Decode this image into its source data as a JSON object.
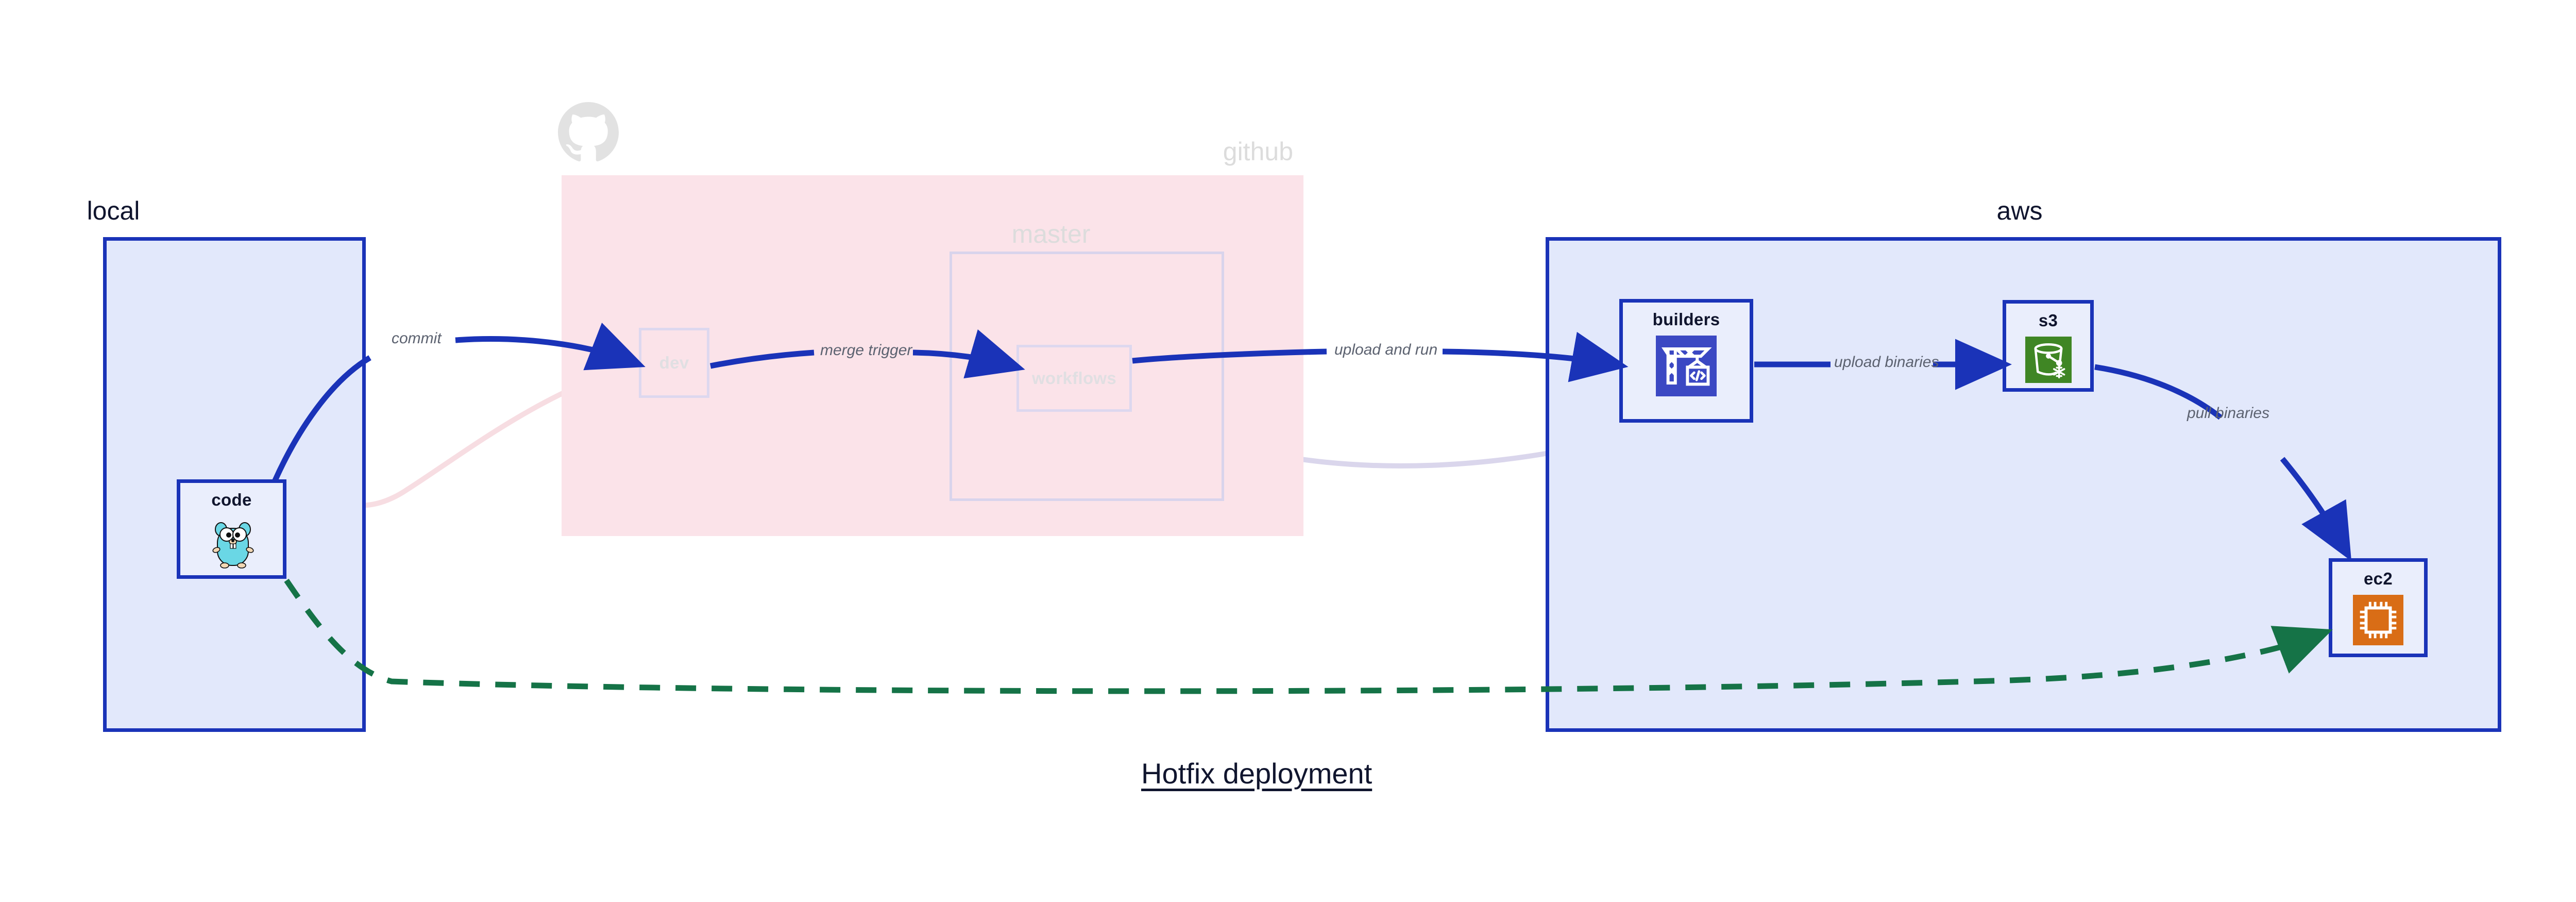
{
  "caption": "Hotfix deployment",
  "zones": [
    {
      "id": "local",
      "title": "local",
      "style": "solid"
    },
    {
      "id": "github",
      "title": "github",
      "style": "faded"
    },
    {
      "id": "master",
      "title": "master",
      "style": "faded"
    },
    {
      "id": "aws",
      "title": "aws",
      "style": "solid"
    }
  ],
  "nodes": [
    {
      "id": "code",
      "label": "code",
      "icon": "go-gopher-icon",
      "state": "active"
    },
    {
      "id": "dev",
      "label": "dev",
      "icon": "none",
      "state": "faded"
    },
    {
      "id": "workflows",
      "label": "workflows",
      "icon": "none",
      "state": "faded"
    },
    {
      "id": "builders",
      "label": "builders",
      "icon": "aws-codebuild-icon",
      "state": "active"
    },
    {
      "id": "s3",
      "label": "s3",
      "icon": "aws-s3-glacier-icon",
      "state": "active"
    },
    {
      "id": "ec2",
      "label": "ec2",
      "icon": "aws-ec2-icon",
      "state": "active"
    }
  ],
  "edges": [
    {
      "id": "commit",
      "label": "commit",
      "from": "code",
      "to": "dev",
      "style": "solid-blue"
    },
    {
      "id": "merge-trigger",
      "label": "merge trigger",
      "from": "dev",
      "to": "workflows",
      "style": "solid-blue"
    },
    {
      "id": "upload-and-run",
      "label": "upload and run",
      "from": "workflows",
      "to": "builders",
      "style": "solid-blue"
    },
    {
      "id": "upload-binaries",
      "label": "upload binaries",
      "from": "builders",
      "to": "s3",
      "style": "solid-blue"
    },
    {
      "id": "pull-binaries",
      "label": "pull binaries",
      "from": "s3",
      "to": "ec2",
      "style": "solid-blue"
    },
    {
      "id": "hotfix-direct",
      "label": "",
      "from": "code",
      "to": "ec2",
      "style": "dashed-green"
    }
  ],
  "colors": {
    "accent_blue": "#1a33b8",
    "zone_blue_fill": "#e2e8fb",
    "node_fill": "#eaeefc",
    "github_pink": "#fbe3e9",
    "faded_border": "#ddd8ef",
    "faded_text": "#e0dfe2",
    "label_gray": "#5c6270",
    "dashed_green": "#157347",
    "codebuild_blue": "#3b48c3",
    "s3_green": "#3f8624",
    "ec2_orange": "#d96d16",
    "gopher_cyan": "#6ad7e5",
    "caption_dark": "#10152e"
  }
}
